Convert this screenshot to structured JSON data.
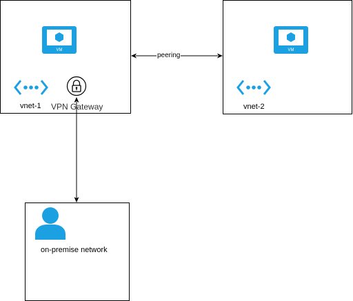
{
  "diagram": {
    "nodes": {
      "vnet1": {
        "vm_text": "VM",
        "vnet_label": "vnet-1",
        "gateway_label": "VPN Gateway"
      },
      "vnet2": {
        "vm_text": "VM",
        "vnet_label": "vnet-2"
      },
      "onprem": {
        "label": "on-premise network"
      }
    },
    "edges": {
      "peering": {
        "label": "peering",
        "from": "vnet1",
        "to": "vnet2",
        "arrows": "both"
      },
      "vpn": {
        "label": "",
        "from": "vpn-gateway",
        "to": "onprem",
        "arrows": "both"
      }
    },
    "icons": {
      "vm": "virtual-machine-icon",
      "vnet": "virtual-network-icon",
      "gateway": "lock-icon",
      "user": "user-icon"
    },
    "colors": {
      "azure_blue": "#1BA1E2",
      "line": "#000000"
    }
  }
}
